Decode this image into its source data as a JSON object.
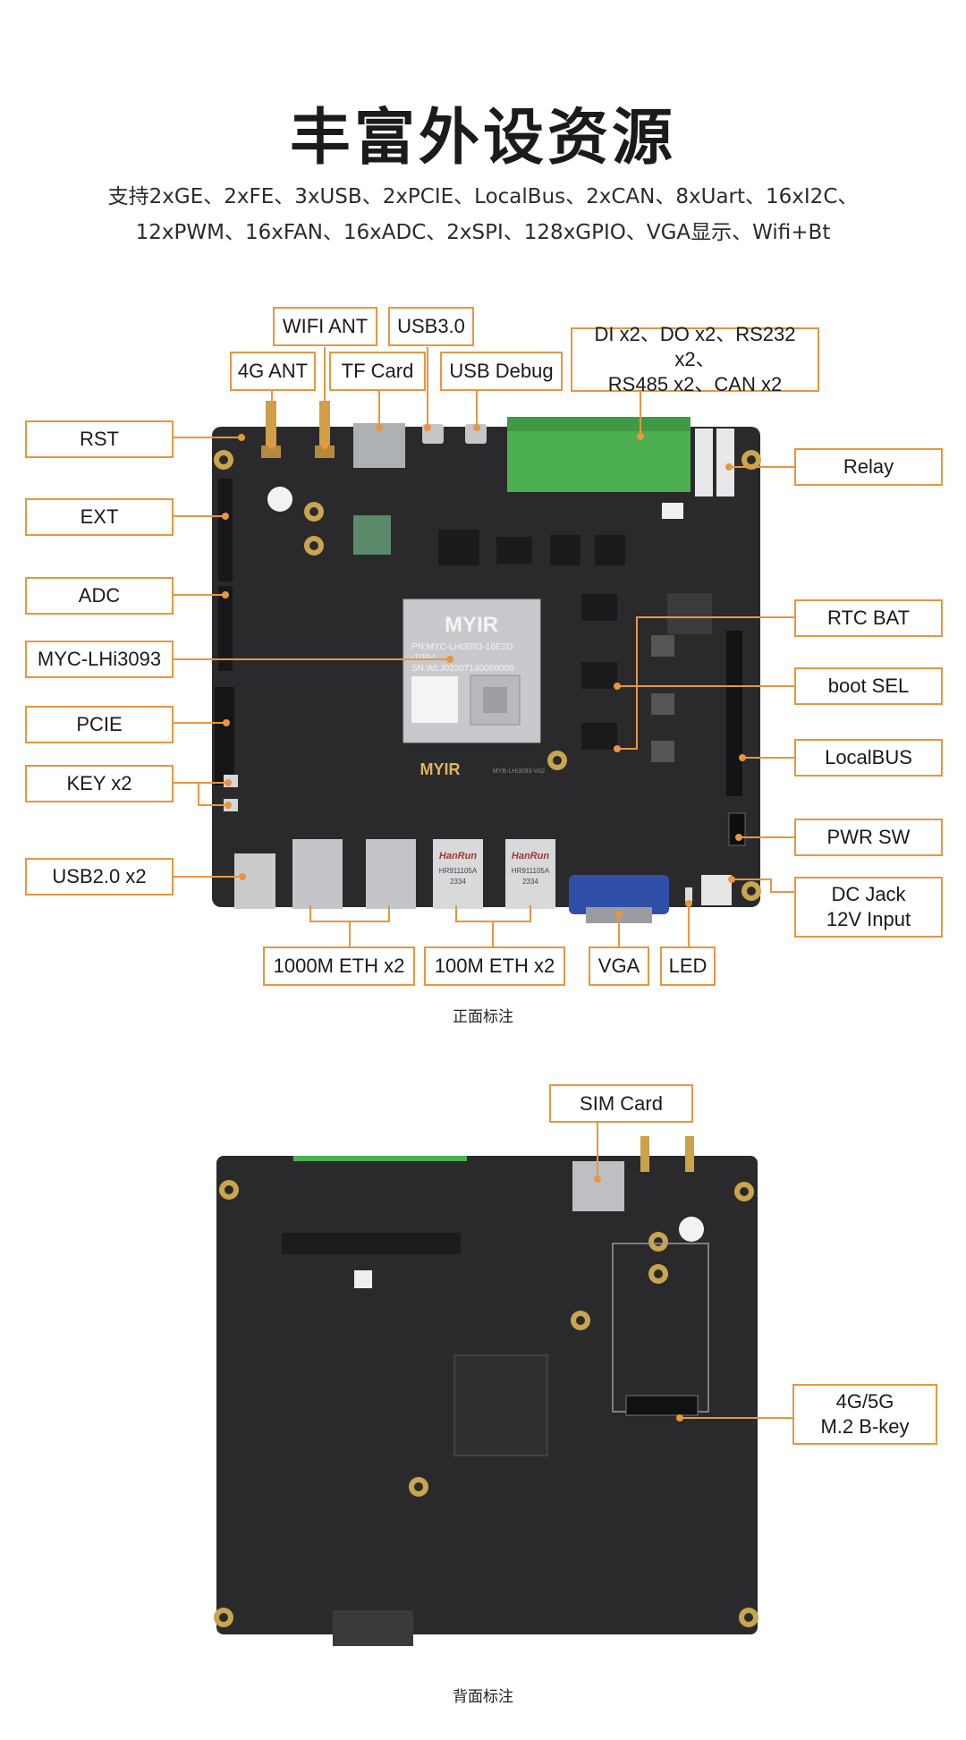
{
  "title": "丰富外设资源",
  "subtitle_lines": [
    "支持2xGE、2xFE、3xUSB、2xPCIE、LocalBus、2xCAN、8xUart、16xI2C、",
    "12xPWM、16xFAN、16xADC、2xSPI、128xGPIO、VGA显示、Wifi+Bt"
  ],
  "front": {
    "caption": "正面标注",
    "chip_brand": "MYIR",
    "chip_pn": "PN:MYC-LHi3093-16E2D",
    "chip_pn2": "-100-I",
    "chip_sn": "SN:WLJ02307140060006",
    "board_brand": "MYIR",
    "board_model": "MYB-LHi3093-V02",
    "rj45_brand": "HanRun",
    "rj45_model": "HR911105A",
    "rj45_date": "2334",
    "labels": {
      "wifi_ant": "WIFI ANT",
      "usb30": "USB3.0",
      "di_do": "DI x2、DO x2、RS232 x2、\nRS485 x2、CAN x2",
      "ant_4g": "4G ANT",
      "tf_card": "TF Card",
      "usb_debug": "USB Debug",
      "rst": "RST",
      "relay": "Relay",
      "ext": "EXT",
      "adc": "ADC",
      "rtc_bat": "RTC BAT",
      "myc": "MYC-LHi3093",
      "boot_sel": "boot SEL",
      "pcie": "PCIE",
      "localbus": "LocalBUS",
      "key": "KEY x2",
      "pwr_sw": "PWR SW",
      "usb20": "USB2.0 x2",
      "dc_jack": "DC Jack\n12V Input",
      "eth1000": "1000M ETH x2",
      "eth100": "100M ETH x2",
      "vga": "VGA",
      "led": "LED"
    }
  },
  "back": {
    "caption": "背面标注",
    "labels": {
      "sim": "SIM Card",
      "m2": "4G/5G\nM.2 B-key"
    }
  },
  "colors": {
    "accent": "#e8963f",
    "board": "#2a2a2c",
    "terminal": "#4caf50"
  }
}
